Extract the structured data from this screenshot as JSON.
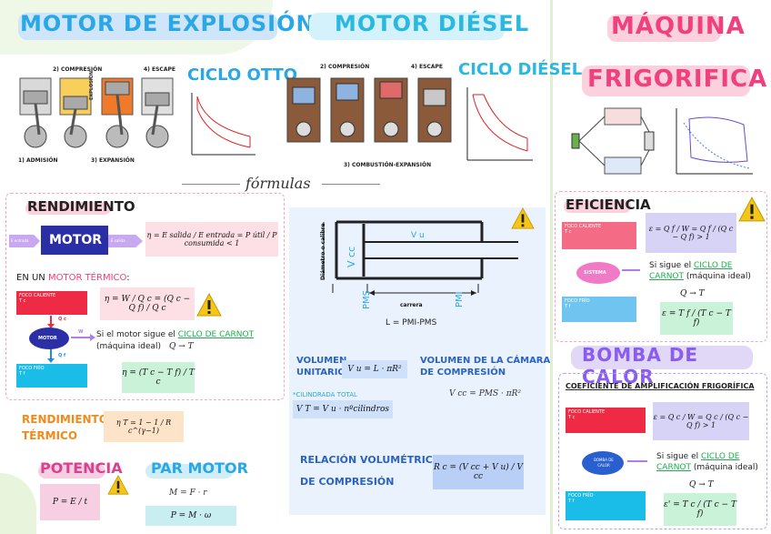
{
  "otto": {
    "title": "MOTOR DE EXPLOSIÓN",
    "cycle_label": "CICLO OTTO",
    "stage_compresion": "2) COMPRESIÓN",
    "stage_escape": "4) ESCAPE",
    "stage_admision": "1) ADMISIÓN",
    "stage_expansion": "3) EXPANSIÓN",
    "stage_explosion": "EXPLOSIÓN"
  },
  "diesel": {
    "title": "MOTOR DIÉSEL",
    "cycle_label": "CICLO DIÉSEL",
    "stage_compresion": "2) COMPRESIÓN",
    "stage_escape": "4) ESCAPE",
    "stage_combustion": "3) COMBUSTIÓN-EXPANSIÓN"
  },
  "fridge": {
    "title_line1": "MÁQUINA",
    "title_line2": "FRIGORIFICA"
  },
  "formulas_label": "fórmulas",
  "rendimiento": {
    "heading": "RENDIMIENTO",
    "motor_label": "MOTOR",
    "in_label": "E entrada",
    "out_label": "E salida",
    "formula": "η = E salida / E entrada = P útil / P consumida < 1",
    "motor_termico_prefix": "EN UN ",
    "motor_termico_highlight": "MOTOR TÉRMICO",
    "motor_termico_suffix": ":",
    "formula_termico": "η = W / Q c = (Q c − Q f) / Q c",
    "foco_caliente": "FOCO CALIENTE",
    "foco_caliente_sub": "T c",
    "motor_small": "MOTOR",
    "foco_frio": "FOCO FRÍO",
    "foco_frio_sub": "T f",
    "qc": "Q c",
    "qf": "Q f",
    "w": "W",
    "carnot_prefix": "Si el motor sigue el ",
    "carnot_link": "CICLO DE CARNOT",
    "carnot_suffix": " (máquina ideal)",
    "q_to_t": "Q → T",
    "formula_carnot": "η = (T c − T f) / T c"
  },
  "rend_termico": {
    "heading_line1": "RENDIMIENTO",
    "heading_line2": "TÉRMICO",
    "formula": "η T = 1 − 1 / R c^(γ−1)"
  },
  "potencia": {
    "heading": "POTENCIA",
    "formula": "P = E / t"
  },
  "par": {
    "heading": "PAR MOTOR",
    "formula1": "M = F · r",
    "formula2": "P = M · ω"
  },
  "cylinder": {
    "diametro": "Diámetro o calibre",
    "vu": "V u",
    "vcc": "V cc",
    "pms": "PMS",
    "pmi": "PMI",
    "carrera": "carrera",
    "l_eq": "L = PMI-PMS",
    "vol_unitario_line1": "VOLUMEN",
    "vol_unitario_line2": "UNITARIO",
    "vol_unitario_formula": "V u = L · πR²",
    "camara_line1": "VOLUMEN DE LA CÁMARA",
    "camara_line2": "DE COMPRESIÓN",
    "camara_formula": "V cc = PMS · πR²",
    "cilindrada_label": "*CILINDRADA TOTAL",
    "cilindrada_formula": "V T = V u · nºcilindros",
    "relacion_line1": "RELACIÓN VOLUMÉTRICA",
    "relacion_line2": "DE COMPRESIÓN",
    "relacion_formula": "R c = (V cc + V u) / V cc"
  },
  "eficiencia": {
    "heading": "EFICIENCIA",
    "foco_caliente": "FOCO CALIENTE",
    "foco_caliente_sub": "T c",
    "sistema": "SISTEMA",
    "foco_frio": "FOCO FRÍO",
    "foco_frio_sub": "T f",
    "formula": "ε = Q f / W = Q f / (Q c − Q f) > 1",
    "carnot_prefix": "Si sigue el ",
    "carnot_link": "CICLO DE CARNOT",
    "carnot_suffix": " (máquina ideal)",
    "q_to_t": "Q → T",
    "formula_carnot": "ε = T f / (T c − T f)"
  },
  "bomba": {
    "heading": "BOMBA DE CALOR",
    "coef": "COEFICIENTE DE AMPLIFICACIÓN FRIGORÍFICA",
    "foco_caliente": "FOCO CALIENTE",
    "foco_caliente_sub": "T c",
    "bomba": "BOMBA DE CALOR",
    "foco_frio": "FOCO FRÍO",
    "foco_frio_sub": "T f",
    "formula": "ε = Q c / W = Q c / (Q c − Q f) > 1",
    "carnot_prefix": "Si sigue el ",
    "carnot_link": "CICLO DE CARNOT",
    "carnot_suffix": " (máquina ideal)",
    "q_to_t": "Q → T",
    "formula_carnot": "ε' = T c / (T c − T f)"
  },
  "colors": {
    "blue_title": "#2aa7e6",
    "pink_title": "#f0407d",
    "purple_title": "#8b5cf0",
    "motor_box": "#2b2fa6",
    "red_box": "#ee2a45",
    "cyan_box": "#19bde8",
    "green_link": "#1bb04a"
  }
}
